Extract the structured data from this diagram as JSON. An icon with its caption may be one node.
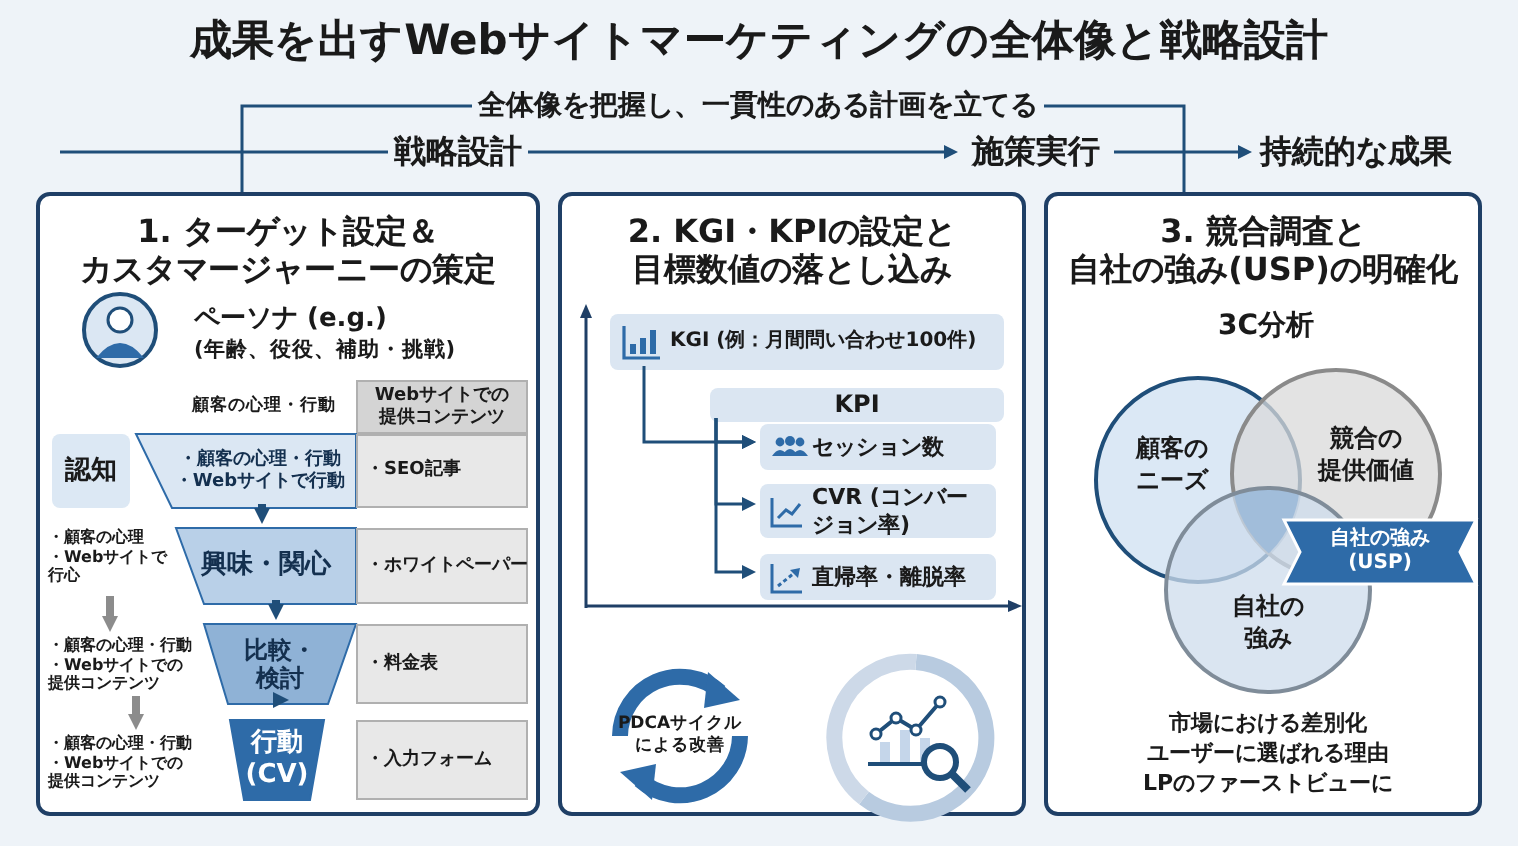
{
  "diagram": {
    "title": "成果を出すWebサイトマーケティングの全体像と戦略設計",
    "nodes": [
      {
        "text": [
          "1. ターゲット設定＆カスタマージャーニーの策定"
        ]
      },
      {
        "text": [
          "2. KGI・KPIの設定と目標数値の落とし込み"
        ]
      },
      {
        "text": [
          "3. 競合調査と自社の強み(USP)の明確化"
        ]
      },
      {
        "text": [
          "戦略設計"
        ]
      },
      {
        "text": [
          "施策実行"
        ]
      },
      {
        "text": [
          "持続的な成果"
        ]
      },
      {
        "text": [
          "全体像を把握し、一貫性のある計画を立てる"
        ]
      },
      {
        "text": [
          "Webサイトでの提供コンテンツ"
        ],
        "in": 0
      },
      {
        "text": [
          "認知"
        ],
        "in": 0
      },
      {
        "text": [
          "・顧客の心理・行動",
          "・Webサイトで行動"
        ],
        "in": 0
      },
      {
        "text": [
          "・SEO記事"
        ],
        "in": 0
      },
      {
        "text": [
          "・顧客の心理",
          "・Webサイトで行心"
        ],
        "in": 0
      },
      {
        "text": [
          "興味・関心"
        ],
        "in": 0
      },
      {
        "text": [
          "・ホワイトペーパー"
        ],
        "in": 0
      },
      {
        "text": [
          "・顧客の心理・行動",
          "・Webサイトでの提供コンテンツ"
        ],
        "in": 0
      },
      {
        "text": [
          "比較・検討"
        ],
        "in": 0
      },
      {
        "text": [
          "・料金表"
        ],
        "in": 0
      },
      {
        "text": [
          "・顧客の心理・行動",
          "・Webサイトでの提供コンテンツ"
        ],
        "in": 0
      },
      {
        "text": [
          "行動(CV)"
        ],
        "in": 0
      },
      {
        "text": [
          "・入力フォーム"
        ],
        "in": 0
      },
      {
        "text": [
          "KGI (例：月間問い合わせ100件)"
        ],
        "in": 1
      },
      {
        "text": [
          "KPI"
        ],
        "in": 1
      },
      {
        "text": [
          "セッション数"
        ],
        "in": 1
      },
      {
        "text": [
          "CVR (コンバージョン率)"
        ],
        "in": 1
      },
      {
        "text": [
          "直帰率・離脱率"
        ],
        "in": 1
      },
      {
        "text": [
          "PDCAサイクルによる改善"
        ],
        "in": 1
      },
      {
        "text": [
          "顧客のニーズ"
        ],
        "in": 2
      },
      {
        "text": [
          "競合の提供価値"
        ],
        "in": 2
      },
      {
        "text": [
          "自社の強み"
        ],
        "in": 2
      },
      {
        "text": [
          "自社の強み(USP)"
        ],
        "in": 2
      }
    ],
    "edges": [
      {
        "from": null,
        "to": 3,
        "arrow": "none"
      },
      {
        "from": 3,
        "to": 4,
        "arrow": "to"
      },
      {
        "from": 4,
        "to": 5,
        "arrow": "to"
      },
      {
        "from": 6,
        "to": 0,
        "arrow": "none"
      },
      {
        "from": 6,
        "to": 2,
        "arrow": "none"
      },
      {
        "from": 9,
        "to": 12,
        "arrow": "to",
        "style": "thick"
      },
      {
        "from": 12,
        "to": 15,
        "arrow": "to",
        "style": "thick"
      },
      {
        "from": 15,
        "to": 18,
        "arrow": "to",
        "style": "thick"
      },
      {
        "from": 11,
        "to": 14,
        "arrow": "to",
        "style": "thick",
        "color": "#8c8c8c"
      },
      {
        "from": 14,
        "to": 17,
        "arrow": "to",
        "style": "thick",
        "color": "#8c8c8c"
      },
      {
        "from": 20,
        "to": 22,
        "arrow": "to"
      },
      {
        "from": 21,
        "to": 22,
        "arrow": "to"
      },
      {
        "from": 21,
        "to": 23,
        "arrow": "to"
      },
      {
        "from": 21,
        "to": 24,
        "arrow": "to"
      }
    ],
    "labels": [
      "ペーソナ (e.g.)",
      "(年齢、役役、補助・挑戦)",
      "顧客の心理・行動",
      "3C分析",
      "市場における差別化",
      "ユーザーに選ばれる理由",
      "LPのファーストビューに"
    ]
  }
}
